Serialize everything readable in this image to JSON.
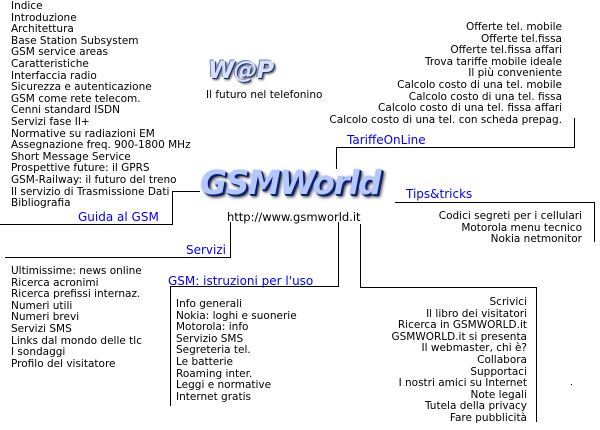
{
  "guida": {
    "title": "Guida al GSM",
    "items": [
      "Indice",
      "Introduzione",
      "Architettura",
      "Base Station Subsystem",
      "GSM service areas",
      "Caratteristiche",
      "Interfaccia radio",
      "Sicurezza e autenticazione",
      "GSM come rete telecom.",
      "Cenni standard ISDN",
      "Servizi fase II+",
      "Normative su radiazioni EM",
      "Assegnazione freq. 900-1800 MHz",
      "Short Message Service",
      "Prospettive future: il GPRS",
      "GSM-Railway: il futuro del treno",
      "Il servizio di Trasmissione Dati",
      "Bibliografia"
    ]
  },
  "wap": {
    "logo": "W@P",
    "tagline": "Il futuro nel telefonino"
  },
  "tariffe": {
    "title": "TariffeOnLine",
    "items": [
      "Offerte tel. mobile",
      "Offerte tel.fissa",
      "Offerte tel.fissa affari",
      "Trova tariffe mobile ideale",
      "Il più conveniente",
      "Calcolo costo di una tel. mobile",
      "Calcolo costo di una tel. fissa",
      "Calcolo costo di una tel. fissa affari",
      "Calcolo costo di una tel. con scheda prepag."
    ]
  },
  "center": {
    "logo": "GSMWorld",
    "url": "http://www.gsmworld.it"
  },
  "tips": {
    "title": "Tips&tricks",
    "items": [
      "Codici segreti per i cellulari",
      "Motorola menu tecnico",
      "Nokia netmonitor"
    ]
  },
  "servizi": {
    "title": "Servizi",
    "items": [
      "Ultimissime: news online",
      "Ricerca acronimi",
      "Ricerca prefissi internaz.",
      "Numeri utili",
      "Numeri brevi",
      "Servizi SMS",
      "Links dal mondo delle tlc",
      "I sondaggi",
      "Profilo del visitatore"
    ]
  },
  "istruzioni": {
    "title": "GSM: istruzioni per l'uso",
    "items": [
      "Info generali",
      "Nokia: loghi e suonerie",
      "Motorola: info",
      "Servizio SMS",
      "Segreteria tel.",
      "Le batterie",
      "Roaming inter.",
      "Leggi e normative",
      "Internet gratis"
    ]
  },
  "sito": {
    "items": [
      "Scrivici",
      "Il libro dei visitatori",
      "Ricerca in GSMWORLD.it",
      "GSMWORLD.it si presenta",
      "Il webmaster, chi è?",
      "Collabora",
      "Supportaci",
      "I nostri amici su Internet",
      "Note legali",
      "Tutela della privacy",
      "Fare pubblicità"
    ]
  }
}
